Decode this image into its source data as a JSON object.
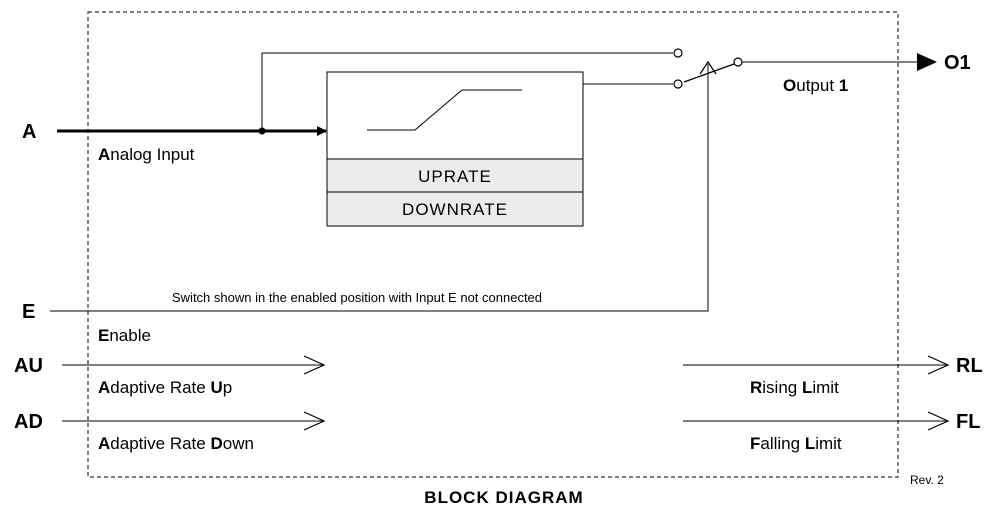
{
  "inputs": {
    "a": {
      "port": "A",
      "label_bold": "A",
      "label_rest": "nalog Input"
    },
    "e": {
      "port": "E",
      "label_bold": "E",
      "label_rest": "nable"
    },
    "au": {
      "port": "AU",
      "label_b1": "A",
      "label_r1": "daptive Rate ",
      "label_b2": "U",
      "label_r2": "p"
    },
    "ad": {
      "port": "AD",
      "label_b1": "A",
      "label_r1": "daptive Rate ",
      "label_b2": "D",
      "label_r2": "own"
    }
  },
  "outputs": {
    "o1": {
      "port": "O1",
      "label_b1": "O",
      "label_r1": "utput ",
      "label_b2": "1"
    },
    "rl": {
      "port": "RL",
      "label_b1": "R",
      "label_r1": "ising ",
      "label_b2": "L",
      "label_r2": "imit"
    },
    "fl": {
      "port": "FL",
      "label_b1": "F",
      "label_r1": "alling ",
      "label_b2": "L",
      "label_r2": "imit"
    }
  },
  "rate_limiter": {
    "row1": "UPRATE",
    "row2": "DOWNRATE"
  },
  "switch_note": "Switch shown in the enabled position with Input E not connected",
  "title": "BLOCK DIAGRAM",
  "revision": "Rev. 2",
  "colors": {
    "box_fill": "#ececec",
    "line": "#000000"
  }
}
